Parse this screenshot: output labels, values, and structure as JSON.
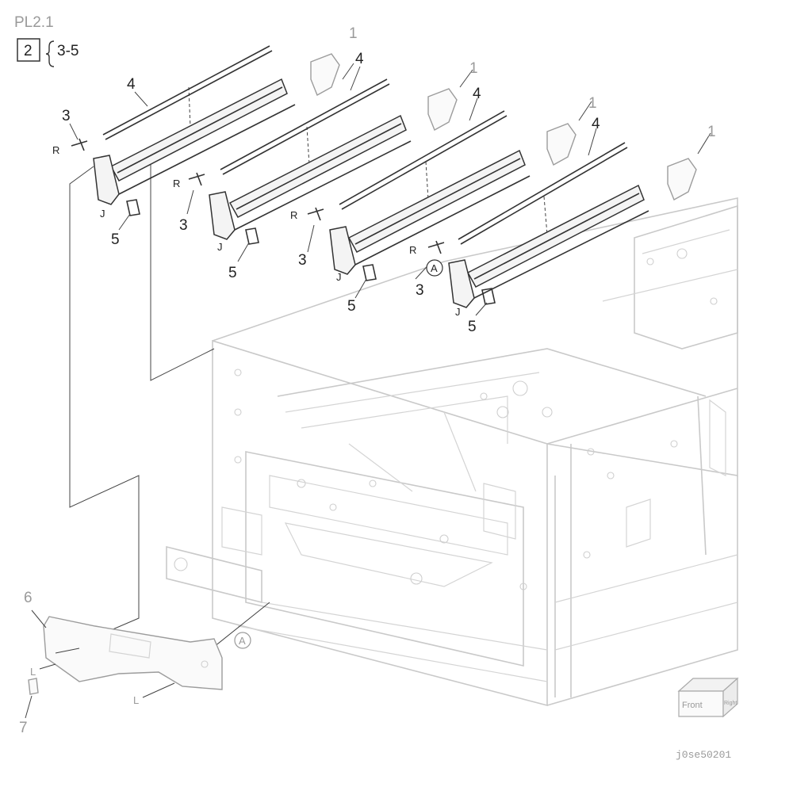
{
  "header": {
    "plate": "PL2.1",
    "ref_box": "2",
    "ref_range": "3-5"
  },
  "callouts": {
    "one": "1",
    "three": "3",
    "four": "4",
    "five": "5",
    "six": "6",
    "seven": "7",
    "r": "R",
    "j": "J",
    "l": "L",
    "a": "A"
  },
  "orientation": {
    "front": "Front",
    "right": "Right"
  },
  "figure_id": "j0se50201"
}
